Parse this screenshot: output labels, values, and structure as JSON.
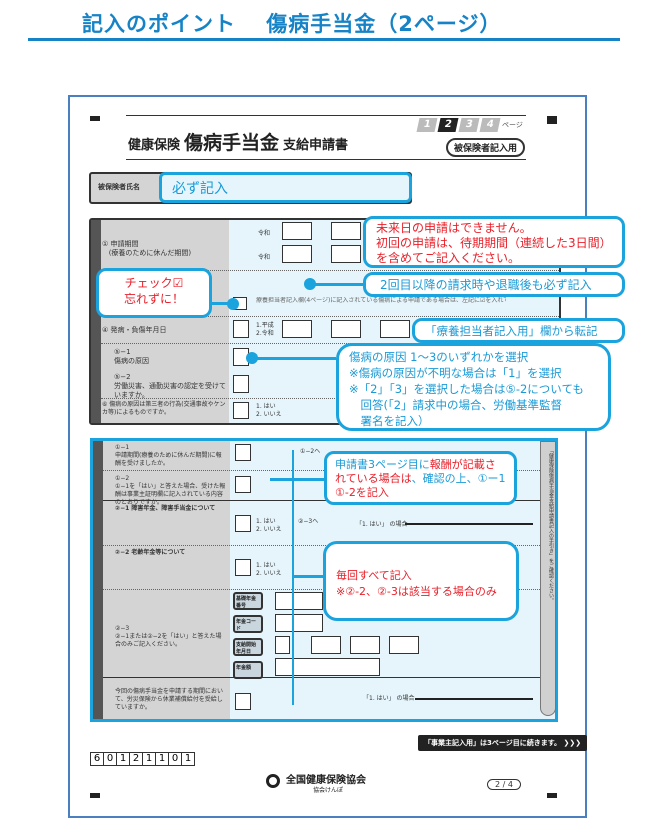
{
  "page_title": "記入のポイント　 傷病手当金（2ページ）",
  "form": {
    "title_prefix": "健康保険",
    "title_main": "傷病手当金",
    "title_suffix": "支給申請書",
    "pages": [
      "1",
      "2",
      "3",
      "4"
    ],
    "page_suffix": "ページ",
    "badge": "被保険者記入用",
    "name_label": "被保険者氏名",
    "name_hint": "必ず記入",
    "row1_label": "申請期間",
    "row1_sub": "(療養のために休んだ期間)",
    "era": "令和",
    "row4_label": "発病・負傷年月日",
    "row4_opts": [
      "1.平成",
      "2.令和"
    ],
    "row5_1": "⑤−1",
    "row5_1_label": "傷病の原因",
    "row5_2": "⑤−2",
    "row5_2_label": "労働災害、通勤災害の認定を受けていますか。",
    "row6_label": "傷病の原因は第三者の行為(交通事故やケンカ等)によるものですか。",
    "yes_no": [
      "1. はい",
      "2. いいえ"
    ],
    "s1_1": "①−1",
    "s1_1_label": "申請期間(療養のために休んだ期間)に報酬を受けましたか。",
    "s1_2": "①−2",
    "s1_2_label": "①−1を「はい」と答えた場合、受けた報酬は事業主証明欄に記入されている内容のとおりですか。",
    "s2_1": "②−1 障害年金、障害手当金について",
    "s2_2": "②−2 老齢年金等について",
    "s2_3": "②−3",
    "s2_3_label": "②−1または②−2を「はい」と答えた場合のみご記入ください。",
    "pension_fields": [
      "基礎年金番号",
      "年金コード",
      "支給開始年月日",
      "年金額"
    ],
    "s3_label": "今回の傷病手当金を申請する期間において、労災保険から休業補償給付を受給していますか。",
    "goto_12": "①−2へ",
    "goto_23": "②−3へ",
    "yes_case": "「1. はい」 の場合",
    "side_note": "「健康保険傷病手当金支給申請書記入の手引き」をご確認ください。",
    "continue_note": "「事業主記入用」は3ページ目に続きます。",
    "code_digits": [
      "6",
      "0",
      "1",
      "2",
      "1",
      "1",
      "0",
      "1"
    ],
    "org_name": "全国健康保険協会",
    "org_sub": "協会けんぽ",
    "page_num": "2 / 4"
  },
  "callouts": {
    "future": [
      "未来日の申請はできません。",
      "初回の申請は、待期期間（連続した3日間）",
      "を含めてご記入ください。"
    ],
    "second": "2回目以降の請求時や退職後も必ず記入",
    "check": [
      "チェック☑",
      "忘れずに！"
    ],
    "transfer": "「療養担当者記入用」欄から転記",
    "cause": [
      "傷病の原因 1～3のいずれかを選択",
      "※傷病の原因が不明な場合は「1」を選択",
      "※「2」「3」を選択した場合は⑤-2についても",
      "　回答(「2」請求中の場合、労働基準監督",
      "　署名を記入）"
    ],
    "pay_a": "申請書3ページ目に",
    "pay_b": "報酬が記載さ",
    "pay_c": "れている場合は",
    "pay_d": "、確認の上、①ー1",
    "pay_e": "①-2を記入",
    "every": [
      "毎回すべて記入",
      "※②-2、②-3は該当する場合のみ"
    ]
  }
}
